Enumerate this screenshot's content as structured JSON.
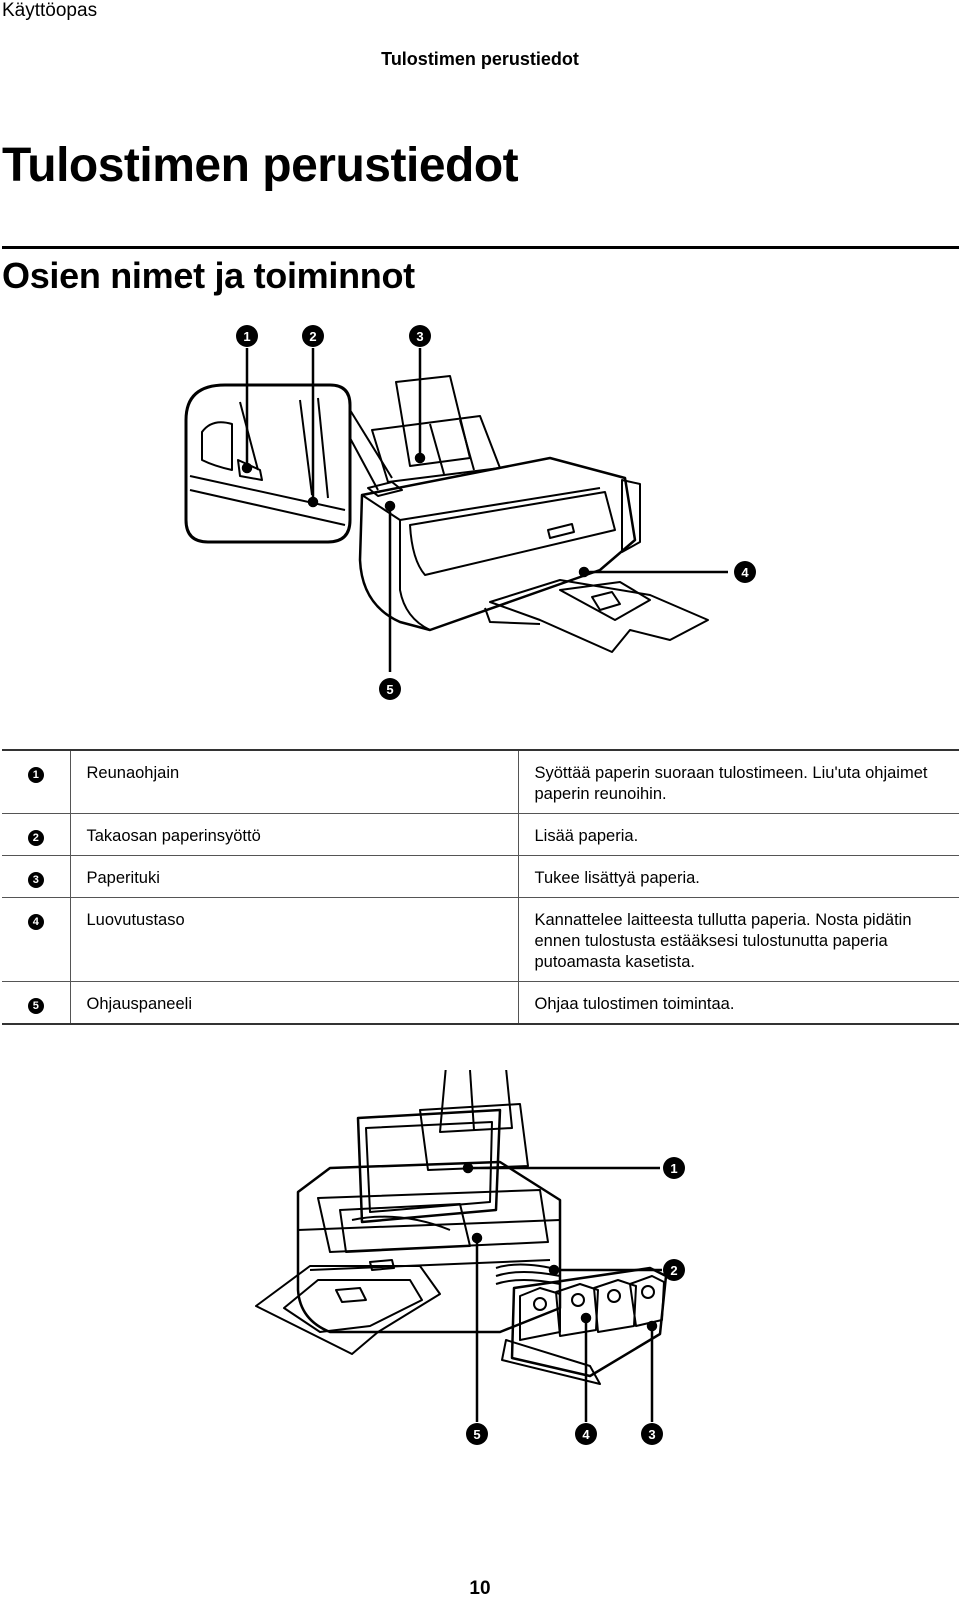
{
  "header": {
    "running_title": "Käyttöopas",
    "section_title": "Tulostimen perustiedot"
  },
  "main": {
    "title": "Tulostimen perustiedot",
    "subtitle": "Osien nimet ja toiminnot"
  },
  "figure1": {
    "callouts": [
      "1",
      "2",
      "3",
      "4",
      "5"
    ]
  },
  "parts_table": {
    "rows": [
      {
        "num": "1",
        "name": "Reunaohjain",
        "desc": "Syöttää paperin suoraan tulostimeen. Liu'uta ohjaimet paperin reunoihin."
      },
      {
        "num": "2",
        "name": "Takaosan paperinsyöttö",
        "desc": "Lisää paperia."
      },
      {
        "num": "3",
        "name": "Paperituki",
        "desc": "Tukee lisättyä paperia."
      },
      {
        "num": "4",
        "name": "Luovutustaso",
        "desc": "Kannattelee laitteesta tullutta paperia. Nosta pidätin ennen tulostusta estääksesi tulostunutta paperia putoamasta kasetista."
      },
      {
        "num": "5",
        "name": "Ohjauspaneeli",
        "desc": "Ohjaa tulostimen toimintaa."
      }
    ]
  },
  "figure2": {
    "callouts": [
      "1",
      "2",
      "3",
      "4",
      "5"
    ]
  },
  "footer": {
    "page_number": "10"
  }
}
